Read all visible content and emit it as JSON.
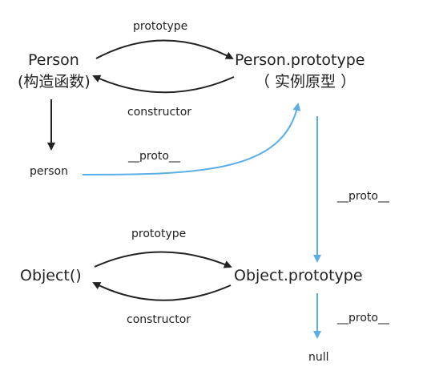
{
  "nodes": {
    "person_ctor": {
      "name": "Person",
      "sub": "(构造函数)"
    },
    "person_proto": {
      "name": "Person.prototype",
      "sub": "（ 实例原型 ）"
    },
    "person_instance": {
      "name": "person"
    },
    "object_ctor": {
      "name": "Object()"
    },
    "object_proto": {
      "name": "Object.prototype"
    },
    "null_node": {
      "name": "null"
    }
  },
  "edges": {
    "prototype_top": "prototype",
    "constructor_top": "constructor",
    "proto_person": "__proto__",
    "proto_person_proto": "__proto__",
    "prototype_bottom": "prototype",
    "constructor_bottom": "constructor",
    "proto_object_proto": "__proto__"
  },
  "colors": {
    "black_arrow": "#222222",
    "blue_arrow": "#5aaee8",
    "text": "#222222"
  }
}
